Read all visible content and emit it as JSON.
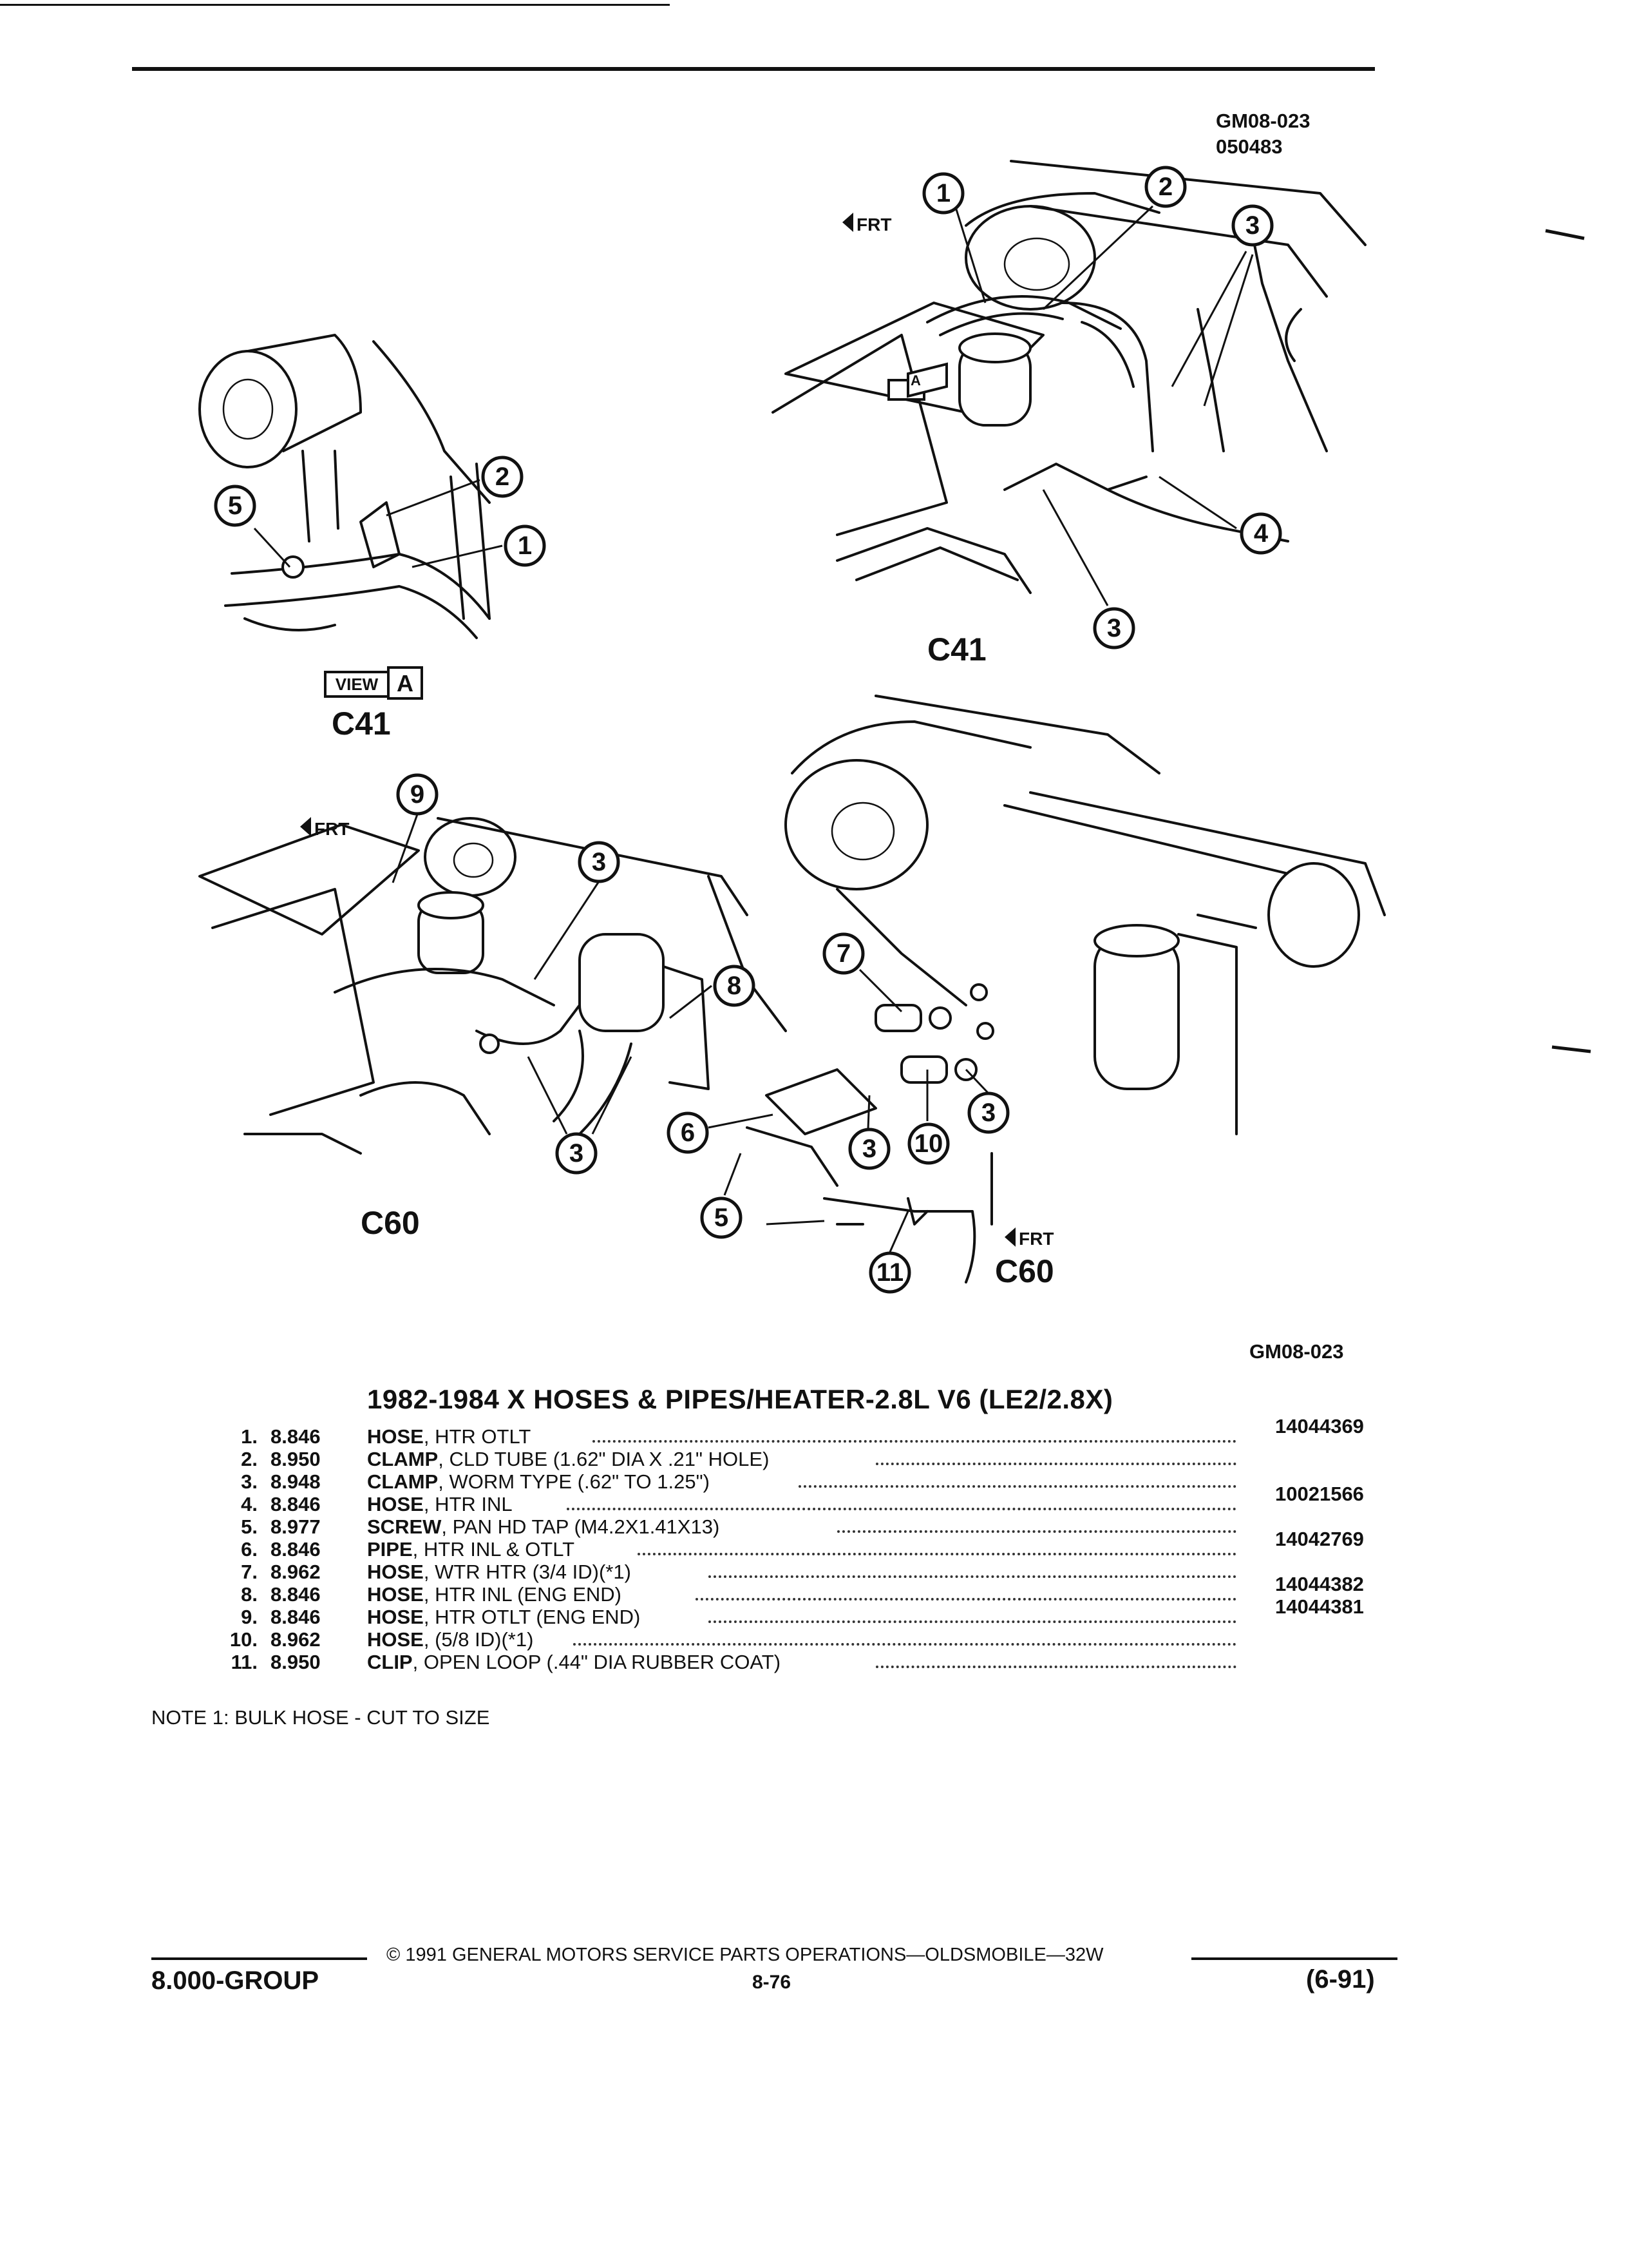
{
  "diagram_code_top": "GM08-023",
  "diagram_date_code": "050483",
  "diagram_code_bottom": "GM08-023",
  "diagram_labels": {
    "frt": "FRT",
    "view": "VIEW",
    "view_letter": "A",
    "c41": "C41",
    "c60": "C60"
  },
  "callouts": {
    "n1": "1",
    "n2": "2",
    "n3": "3",
    "n4": "4",
    "n5": "5",
    "n6": "6",
    "n7": "7",
    "n8": "8",
    "n9": "9",
    "n10": "10",
    "n11": "11"
  },
  "parts_title": "1982-1984 X HOSES & PIPES/HEATER-2.8L V6 (LE2/2.8X)",
  "parts": [
    {
      "num": "1.",
      "group": "8.846",
      "name": "HOSE",
      "desc": ", HTR OTLT",
      "part_no": "14044369"
    },
    {
      "num": "2.",
      "group": "8.950",
      "name": "CLAMP",
      "desc": ", CLD TUBE (1.62\" DIA X .21\" HOLE)",
      "part_no": ""
    },
    {
      "num": "3.",
      "group": "8.948",
      "name": "CLAMP",
      "desc": ", WORM TYPE (.62\" TO 1.25\")",
      "part_no": ""
    },
    {
      "num": "4.",
      "group": "8.846",
      "name": "HOSE",
      "desc": ", HTR INL",
      "part_no": "10021566"
    },
    {
      "num": "5.",
      "group": "8.977",
      "name": "SCREW",
      "desc": ", PAN HD TAP (M4.2X1.41X13)",
      "part_no": ""
    },
    {
      "num": "6.",
      "group": "8.846",
      "name": "PIPE",
      "desc": ", HTR INL & OTLT",
      "part_no": "14042769"
    },
    {
      "num": "7.",
      "group": "8.962",
      "name": "HOSE",
      "desc": ", WTR HTR (3/4 ID)(*1)",
      "part_no": ""
    },
    {
      "num": "8.",
      "group": "8.846",
      "name": "HOSE",
      "desc": ", HTR INL (ENG END)",
      "part_no": "14044382"
    },
    {
      "num": "9.",
      "group": "8.846",
      "name": "HOSE",
      "desc": ", HTR OTLT (ENG END)",
      "part_no": "14044381"
    },
    {
      "num": "10.",
      "group": "8.962",
      "name": "HOSE",
      "desc": ", (5/8 ID)(*1)",
      "part_no": ""
    },
    {
      "num": "11.",
      "group": "8.950",
      "name": "CLIP",
      "desc": ", OPEN LOOP (.44\" DIA RUBBER COAT)",
      "part_no": ""
    }
  ],
  "note": "NOTE  1:  BULK HOSE - CUT TO SIZE",
  "copyright": "©  1991  GENERAL MOTORS SERVICE PARTS OPERATIONS—OLDSMOBILE—32W",
  "footer_group": "8.000-GROUP",
  "footer_page": "8-76",
  "footer_date": "(6-91)"
}
